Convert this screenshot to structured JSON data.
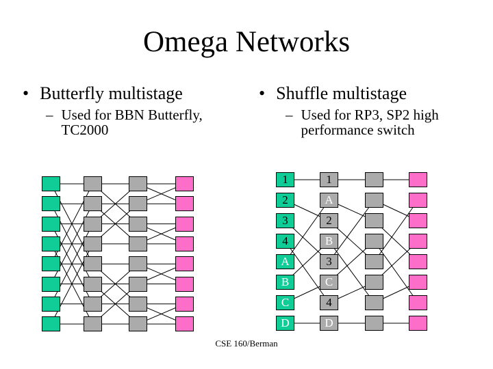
{
  "title": "Omega Networks",
  "footer": "CSE 160/Berman",
  "bullets": {
    "left": {
      "marker": "•",
      "heading": "Butterfly multistage",
      "sub_marker": "–",
      "sub": "Used for BBN Butterfly,\nTC2000"
    },
    "right": {
      "marker": "•",
      "heading": "Shuffle multistage",
      "sub_marker": "–",
      "sub": "Used for RP3, SP2 high\nperformance switch"
    }
  },
  "colors": {
    "input_node": "#10CC96",
    "switch_node": "#ABABAB",
    "output_node": "#FC6EC8",
    "wire": "#000000",
    "label_dark": "#000000",
    "label_light": "#FFFFFF"
  },
  "diagrams": {
    "butterfly": {
      "name": "Butterfly multistage network",
      "rows": 8,
      "column_roles": [
        "input_node",
        "switch_node",
        "switch_node",
        "output_node"
      ],
      "labels": [
        [],
        [],
        [],
        []
      ],
      "label_text_colors": [
        [],
        [],
        [],
        []
      ],
      "stages": [
        [
          [
            0,
            0
          ],
          [
            1,
            1
          ],
          [
            2,
            2
          ],
          [
            3,
            3
          ],
          [
            4,
            4
          ],
          [
            5,
            5
          ],
          [
            6,
            6
          ],
          [
            7,
            7
          ],
          [
            0,
            4
          ],
          [
            4,
            0
          ],
          [
            1,
            5
          ],
          [
            5,
            1
          ],
          [
            2,
            6
          ],
          [
            6,
            2
          ],
          [
            3,
            7
          ],
          [
            7,
            3
          ]
        ],
        [
          [
            0,
            0
          ],
          [
            1,
            1
          ],
          [
            2,
            2
          ],
          [
            3,
            3
          ],
          [
            4,
            4
          ],
          [
            5,
            5
          ],
          [
            6,
            6
          ],
          [
            7,
            7
          ],
          [
            0,
            2
          ],
          [
            2,
            0
          ],
          [
            1,
            3
          ],
          [
            3,
            1
          ],
          [
            4,
            6
          ],
          [
            6,
            4
          ],
          [
            5,
            7
          ],
          [
            7,
            5
          ]
        ],
        [
          [
            0,
            0
          ],
          [
            1,
            1
          ],
          [
            2,
            2
          ],
          [
            3,
            3
          ],
          [
            4,
            4
          ],
          [
            5,
            5
          ],
          [
            6,
            6
          ],
          [
            7,
            7
          ],
          [
            0,
            1
          ],
          [
            1,
            0
          ],
          [
            2,
            3
          ],
          [
            3,
            2
          ],
          [
            4,
            5
          ],
          [
            5,
            4
          ],
          [
            6,
            7
          ],
          [
            7,
            6
          ]
        ]
      ]
    },
    "shuffle": {
      "name": "Shuffle multistage network",
      "rows": 8,
      "column_roles": [
        "input_node",
        "switch_node",
        "switch_node",
        "output_node"
      ],
      "labels": [
        [
          "1",
          "2",
          "3",
          "4",
          "A",
          "B",
          "C",
          "D"
        ],
        [
          "1",
          "A",
          "2",
          "B",
          "3",
          "C",
          "4",
          "D"
        ],
        [],
        []
      ],
      "label_text_colors": [
        [
          "#000000",
          "#000000",
          "#000000",
          "#000000",
          "#FFFFFF",
          "#FFFFFF",
          "#FFFFFF",
          "#FFFFFF"
        ],
        [
          "#000000",
          "#FFFFFF",
          "#000000",
          "#FFFFFF",
          "#000000",
          "#FFFFFF",
          "#000000",
          "#FFFFFF"
        ],
        [],
        []
      ],
      "stages": [
        [
          [
            0,
            0
          ],
          [
            1,
            2
          ],
          [
            2,
            4
          ],
          [
            3,
            6
          ],
          [
            4,
            1
          ],
          [
            5,
            3
          ],
          [
            6,
            5
          ],
          [
            7,
            7
          ]
        ],
        [
          [
            0,
            0
          ],
          [
            1,
            2
          ],
          [
            2,
            4
          ],
          [
            3,
            6
          ],
          [
            4,
            1
          ],
          [
            5,
            3
          ],
          [
            6,
            5
          ],
          [
            7,
            7
          ]
        ],
        [
          [
            0,
            0
          ],
          [
            1,
            2
          ],
          [
            2,
            4
          ],
          [
            3,
            6
          ],
          [
            4,
            1
          ],
          [
            5,
            3
          ],
          [
            6,
            5
          ],
          [
            7,
            7
          ]
        ]
      ]
    }
  }
}
